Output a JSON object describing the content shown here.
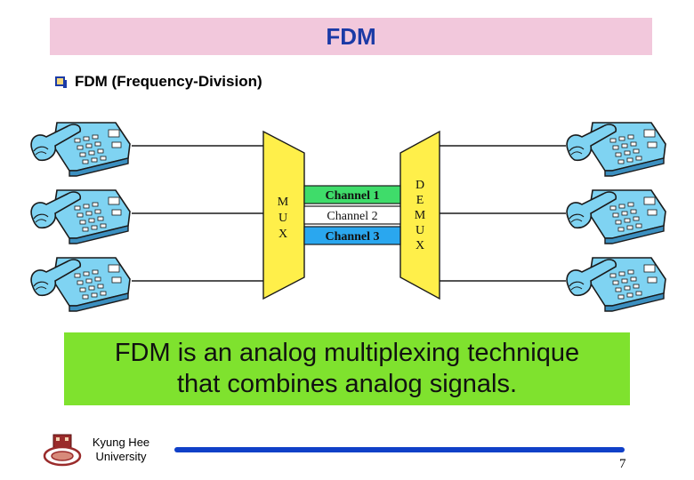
{
  "title": "FDM",
  "bullet": "FDM (Frequency-Division)",
  "mux_letters": [
    "M",
    "U",
    "X"
  ],
  "demux_letters": [
    "D",
    "E",
    "M",
    "U",
    "X"
  ],
  "channels": [
    {
      "label": "Channel 1",
      "color": "#3fdc6a"
    },
    {
      "label": "Channel 2",
      "color": "#ffffff"
    },
    {
      "label": "Channel 3",
      "color": "#2aa7ef"
    }
  ],
  "caption": {
    "line1": "FDM is an analog multiplexing technique",
    "line2": "that combines analog signals."
  },
  "footer": {
    "university_line1": "Kyung Hee",
    "university_line2": "University",
    "page": "7"
  },
  "colors": {
    "title_bg": "#f2c8dc",
    "title_text": "#1b3aa6",
    "mux_fill": "#ffef4a",
    "caption_bg": "#7fe22e",
    "footer_line": "#1040c8"
  },
  "icons": {
    "telephone": "telephone-icon",
    "bullet": "square-bullet-icon",
    "logo": "university-logo"
  }
}
